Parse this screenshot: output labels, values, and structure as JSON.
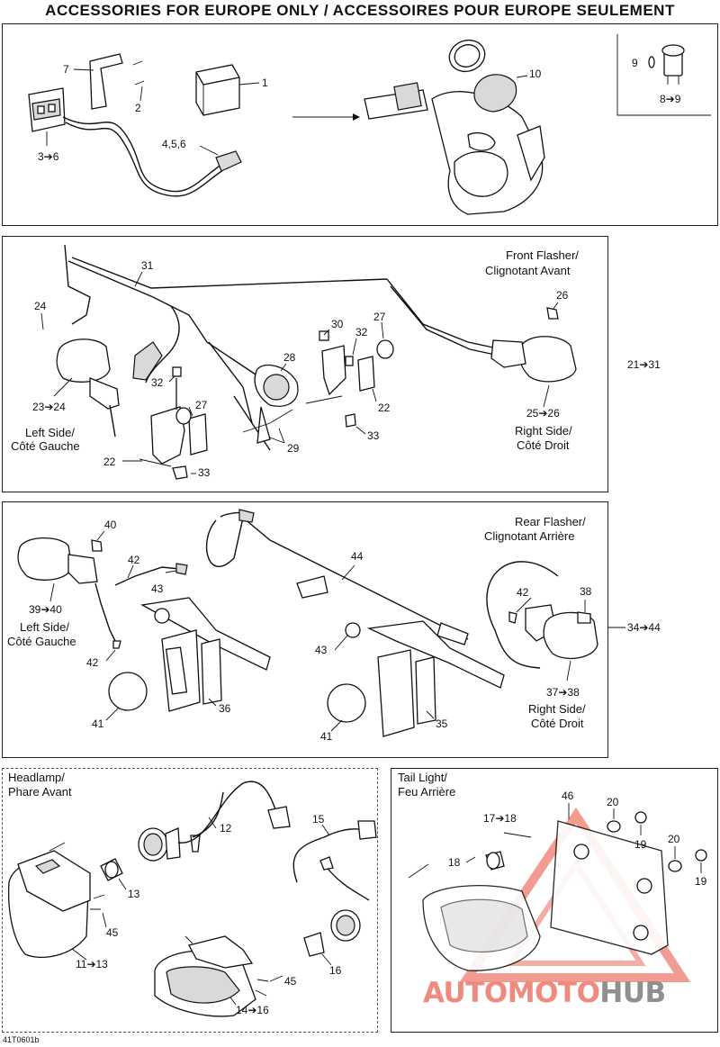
{
  "title": "ACCESSORIES FOR EUROPE ONLY / ACCESSOIRES POUR EUROPE SEULEMENT",
  "panel1": {
    "callouts": [
      "1",
      "2",
      "7",
      "3➔6",
      "4,5,6",
      "10",
      "9",
      "8➔9"
    ]
  },
  "panel2": {
    "caption_front": [
      "Front Flasher/",
      "Clignotant Avant"
    ],
    "caption_left": [
      "Left Side/",
      "Côté Gauche"
    ],
    "caption_right": [
      "Right Side/",
      "Côté Droit"
    ],
    "range": "21➔31",
    "callouts": [
      "31",
      "24",
      "23➔24",
      "32",
      "27",
      "22",
      "33",
      "28",
      "30",
      "32",
      "27",
      "22",
      "33",
      "29",
      "26",
      "25➔26"
    ]
  },
  "panel3": {
    "caption_rear": [
      "Rear Flasher/",
      "Clignotant Arrière"
    ],
    "caption_left": [
      "Left Side/",
      "Côté Gauche"
    ],
    "caption_right": [
      "Right Side/",
      "Côté Droit"
    ],
    "range": "34➔44",
    "callouts": [
      "40",
      "39➔40",
      "42",
      "43",
      "42",
      "41",
      "36",
      "44",
      "43",
      "41",
      "35",
      "42",
      "38",
      "37➔38"
    ]
  },
  "panel4": {
    "caption": [
      "Headlamp/",
      "Phare Avant"
    ],
    "callouts": [
      "12",
      "13",
      "45",
      "11➔13",
      "15",
      "16",
      "45",
      "14➔16"
    ]
  },
  "panel5": {
    "caption": [
      "Tail Light/",
      "Feu Arrière"
    ],
    "callouts": [
      "17➔18",
      "18",
      "46",
      "20",
      "19",
      "20",
      "19"
    ]
  },
  "figure_ref": "41T0601b",
  "watermark": {
    "auto": "AUTO",
    "moto": "MOTO",
    "hub": "HUB"
  },
  "colors": {
    "watermark_red": "#f08a7e",
    "watermark_grey": "#8f8f8f"
  }
}
